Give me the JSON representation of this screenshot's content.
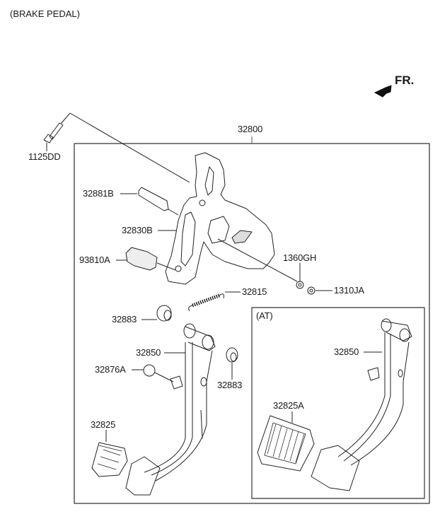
{
  "title": "(BRAKE PEDAL)",
  "direction_indicator": {
    "label": "FR.",
    "icon": "arrow-forward-icon"
  },
  "assembly": {
    "part_no": "32800"
  },
  "callouts": {
    "bolt": "1125DD",
    "pin": "32881B",
    "bracket": "32830B",
    "switch": "93810A",
    "nut_small": "1360GH",
    "nut": "1310JA",
    "spring": "32815",
    "bushing_left": "32883",
    "bushing_right": "32883",
    "pedal_arm": "32850",
    "stopper": "32876A",
    "pedal_pad": "32825"
  },
  "inset": {
    "label": "(AT)",
    "callouts": {
      "pedal_arm": "32850",
      "pedal_pad": "32825A"
    }
  }
}
